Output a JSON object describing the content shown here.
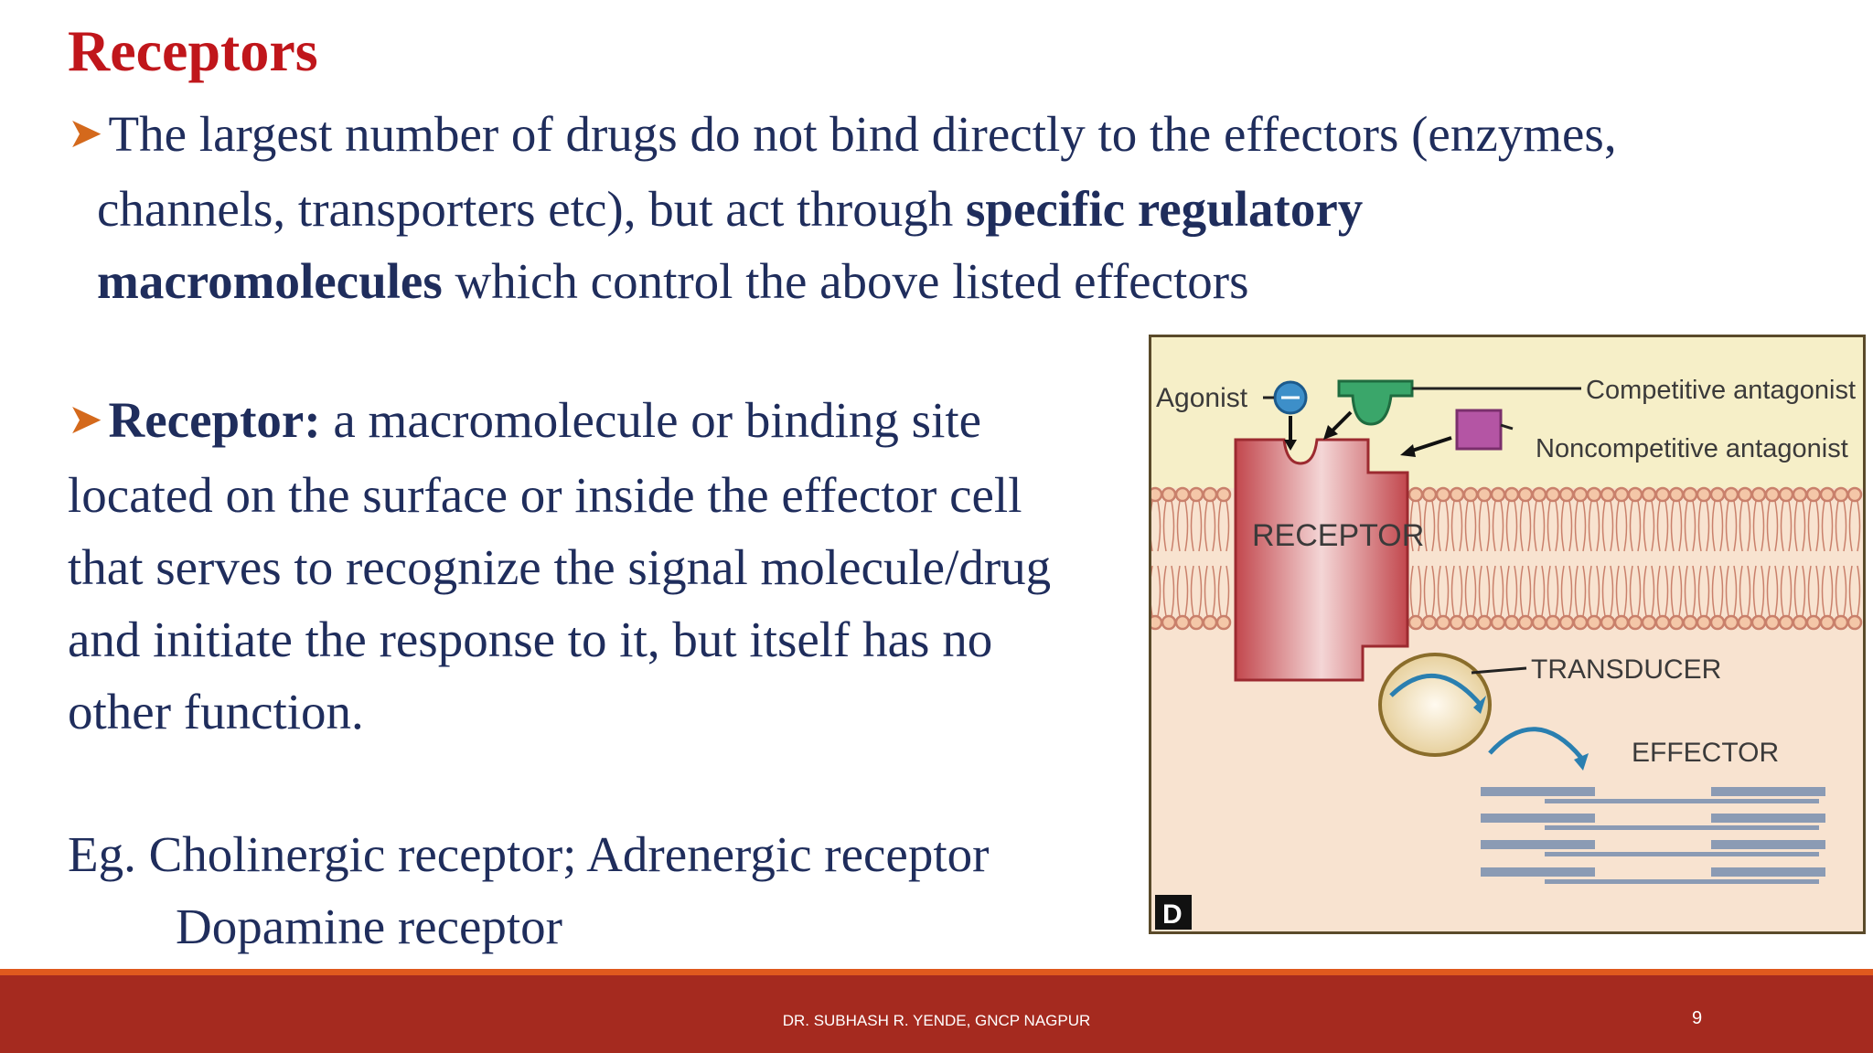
{
  "slide": {
    "title": "Receptors",
    "point1": {
      "line1": "The largest number of drugs do not bind directly to the effectors (enzymes,",
      "line2_plain": "channels, transporters etc), but act through ",
      "line2_bold": "specific regulatory",
      "line3_bold": "macromolecules",
      "line3_plain": " which control the above listed effectors"
    },
    "point2": {
      "term": "Receptor:",
      "line1": " a macromolecule or binding site",
      "line2": "located on the surface or inside the effector cell",
      "line3": "that serves to recognize the signal molecule/drug",
      "line4": "and initiate the response to it, but itself has no",
      "line5": "other function."
    },
    "example": {
      "line1": "Eg. Cholinergic receptor; Adrenergic receptor",
      "line2": "Dopamine receptor"
    }
  },
  "figure": {
    "labels": {
      "agonist": "Agonist",
      "competitive": "Competitive antagonist",
      "noncompetitive": "Noncompetitive antagonist",
      "receptor": "RECEPTOR",
      "transducer": "TRANSDUCER",
      "effector": "EFFECTOR",
      "panel": "D"
    },
    "colors": {
      "background": "#f6efc8",
      "receptor": "#c2474d",
      "agonist": "#3d8fc9",
      "competitive": "#3aa66a",
      "noncompetitive": "#b455a4",
      "membrane": "#c9806b",
      "effector_bars": "#8b9bb4"
    }
  },
  "footer": {
    "text": "DR. SUBHASH R. YENDE, GNCP NAGPUR",
    "page": "9",
    "bar_color": "#a52a1f",
    "line_color": "#e0591e"
  }
}
